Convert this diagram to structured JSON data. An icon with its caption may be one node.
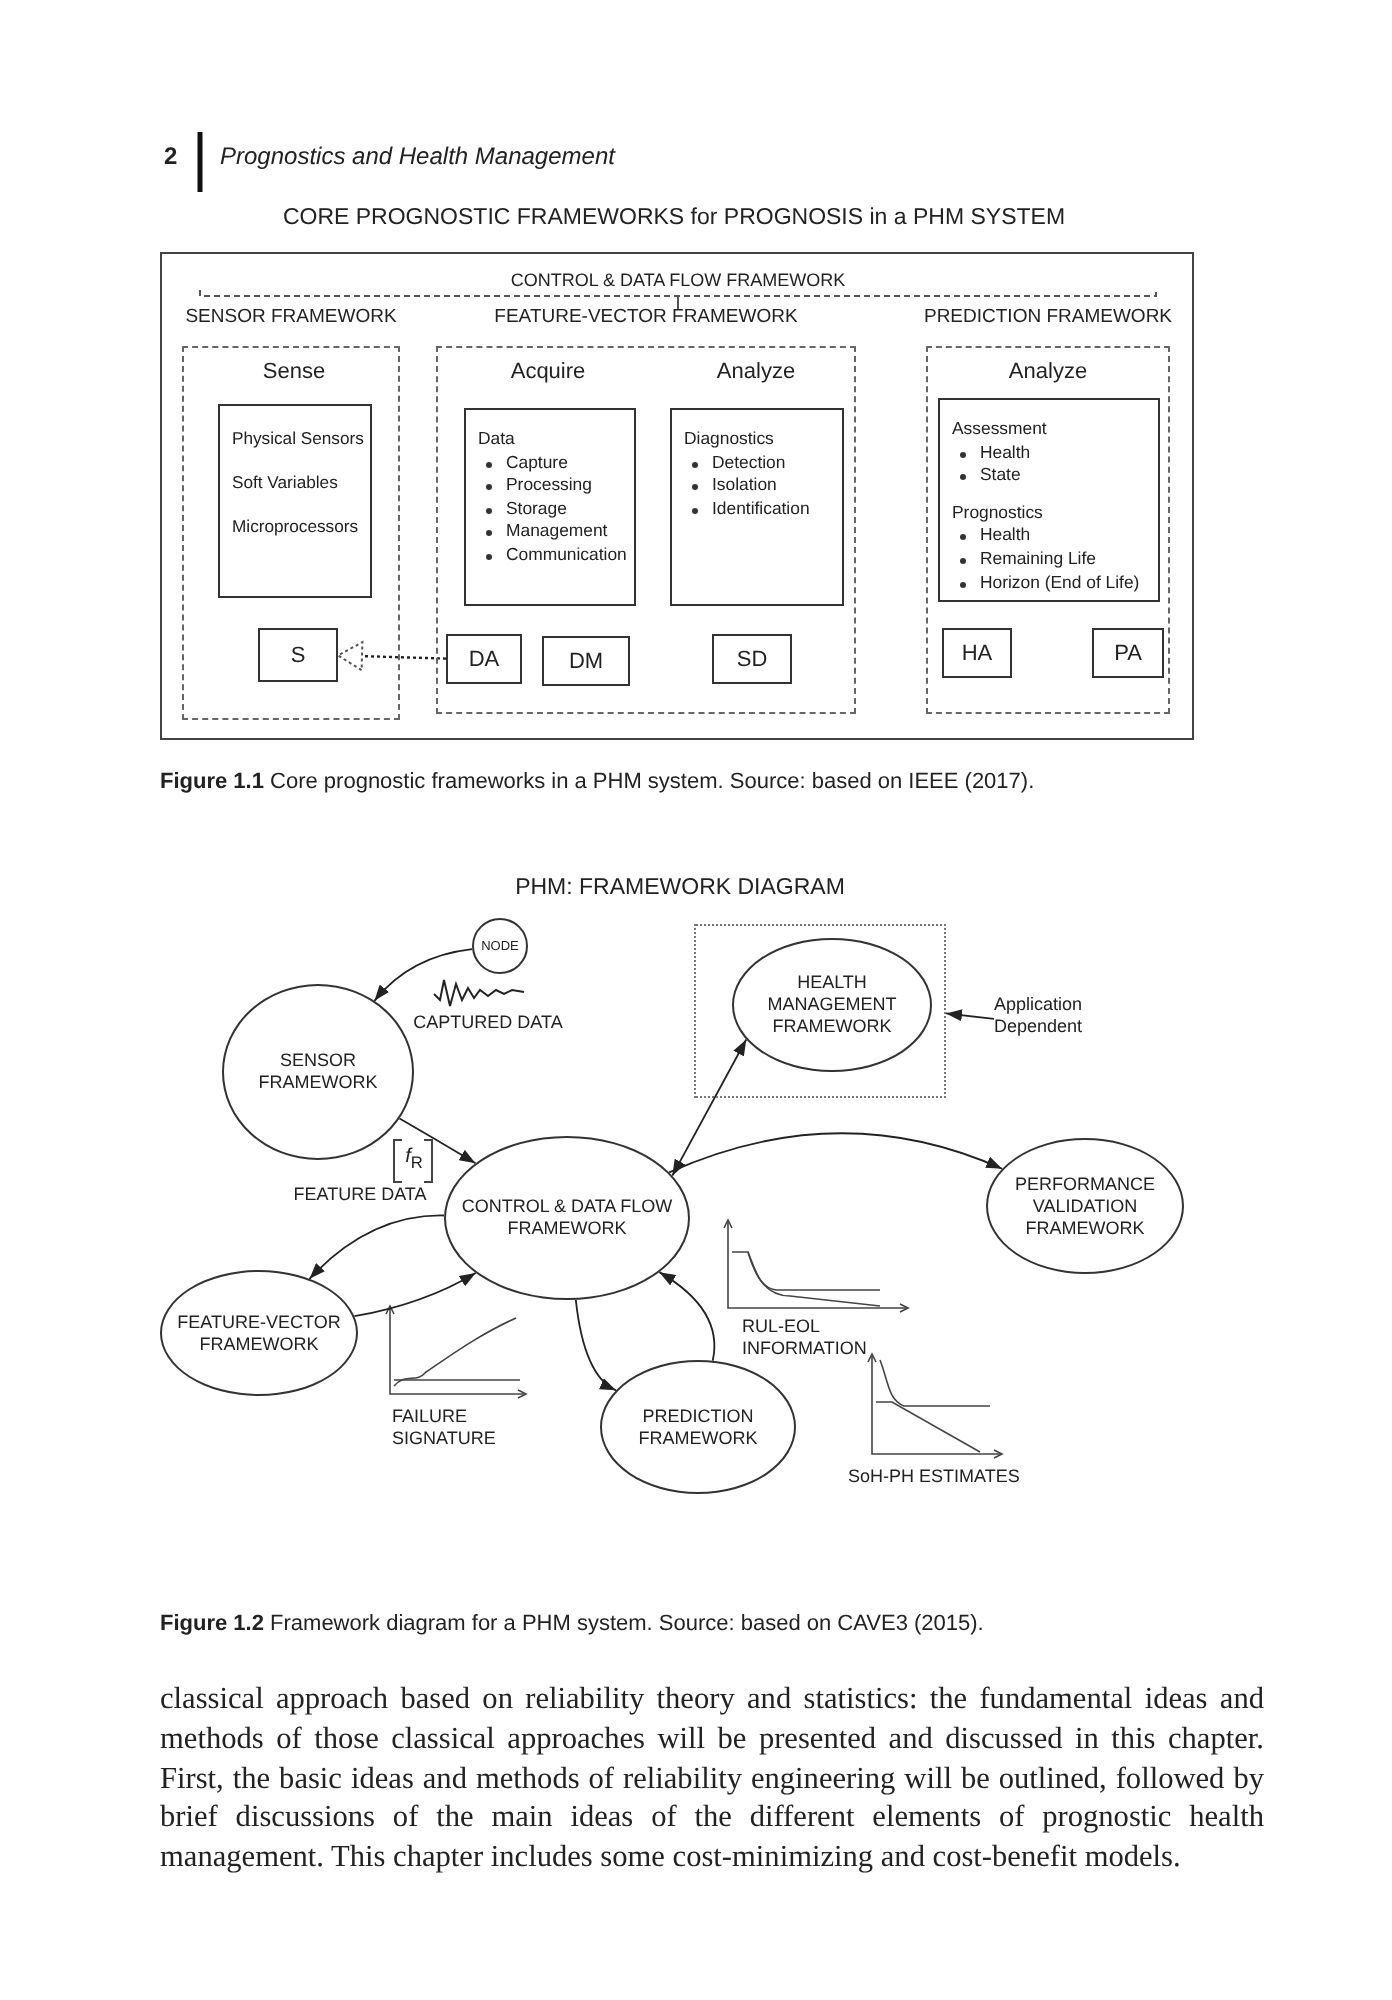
{
  "diagram": {
    "nodes": [
      {
        "text": [
          "SENSOR FRAMEWORK",
          "Sense"
        ]
      },
      {
        "text": [
          "Physical Sensors",
          "Soft Variables",
          "Microprocessors"
        ],
        "in": 0
      },
      {
        "text": [
          "S"
        ],
        "in": 0
      },
      {
        "text": [
          "FEATURE-VECTOR FRAMEWORK",
          "Acquire",
          "Analyze"
        ]
      },
      {
        "text": [
          "Data",
          "Capture",
          "Processing",
          "Storage",
          "Management",
          "Communication"
        ],
        "in": 3
      },
      {
        "text": [
          "Diagnostics",
          "Detection",
          "Isolation",
          "Identification"
        ],
        "in": 3
      },
      {
        "text": [
          "DA"
        ],
        "in": 3
      },
      {
        "text": [
          "DM"
        ],
        "in": 3
      },
      {
        "text": [
          "SD"
        ],
        "in": 3
      },
      {
        "text": [
          "PREDICTION FRAMEWORK",
          "Analyze"
        ]
      },
      {
        "text": [
          "Assessment",
          "Health",
          "State",
          "Prognostics",
          "Health",
          "Remaining Life",
          "Horizon (End of Life)"
        ],
        "in": 9
      },
      {
        "text": [
          "HA"
        ],
        "in": 9
      },
      {
        "text": [
          "PA"
        ],
        "in": 9
      },
      {
        "text": [
          "NODE"
        ]
      },
      {
        "text": [
          "SENSOR FRAMEWORK"
        ]
      },
      {
        "text": [],
        "shape": "box"
      },
      {
        "text": [
          "HEALTH MANAGEMENT FRAMEWORK"
        ],
        "in": 15
      },
      {
        "text": [
          "Application Dependent"
        ]
      },
      {
        "text": [
          "CONTROL & DATA FLOW FRAMEWORK"
        ]
      },
      {
        "text": [
          "PERFORMANCE VALIDATION FRAMEWORK"
        ]
      },
      {
        "text": [
          "FEATURE-VECTOR FRAMEWORK"
        ]
      },
      {
        "text": [
          "PREDICTION FRAMEWORK"
        ]
      }
    ],
    "edges": [
      {
        "from": 6,
        "to": 2,
        "arrow": "to",
        "style": "dashed"
      },
      {
        "from": 13,
        "to": 14,
        "arrow": "to"
      },
      {
        "from": 14,
        "to": 18,
        "arrow": "to"
      },
      {
        "from": 18,
        "to": 16,
        "arrow": "both"
      },
      {
        "from": 18,
        "to": 19,
        "arrow": "to"
      },
      {
        "from": 18,
        "to": 20,
        "arrow": "to"
      },
      {
        "from": 20,
        "to": 18,
        "arrow": "to"
      },
      {
        "from": 18,
        "to": 21,
        "arrow": "to"
      },
      {
        "from": 21,
        "to": 18,
        "arrow": "to"
      },
      {
        "from": 17,
        "to": 15,
        "arrow": "to"
      }
    ],
    "labels": [
      "2",
      "Prognostics and Health Management",
      "CORE PROGNOSTIC FRAMEWORKS for PROGNOSIS in a PHM SYSTEM",
      "CONTROL & DATA FLOW FRAMEWORK",
      "**Figure 1.1** Core prognostic frameworks in a PHM system. Source: based on IEEE (2017).",
      "PHM: FRAMEWORK DIAGRAM",
      "CAPTURED DATA",
      "*f*$_{R}$",
      "FEATURE DATA",
      "FAILURE SIGNATURE",
      "RUL-EOL INFORMATION",
      "SoH-PH ESTIMATES",
      "**Figure 1.2** Framework diagram for a PHM system. Source: based on CAVE3 (2015).",
      "classical approach based on reliability theory and statistics: the fundamental ideas and methods of those classical approaches will be presented and discussed in this chapter. First, the basic ideas and methods of reliability engineering will be outlined, followed by brief discussions of the main ideas of the different elements of prognostic health management. This chapter includes some cost-minimizing and cost-benefit models."
    ]
  }
}
